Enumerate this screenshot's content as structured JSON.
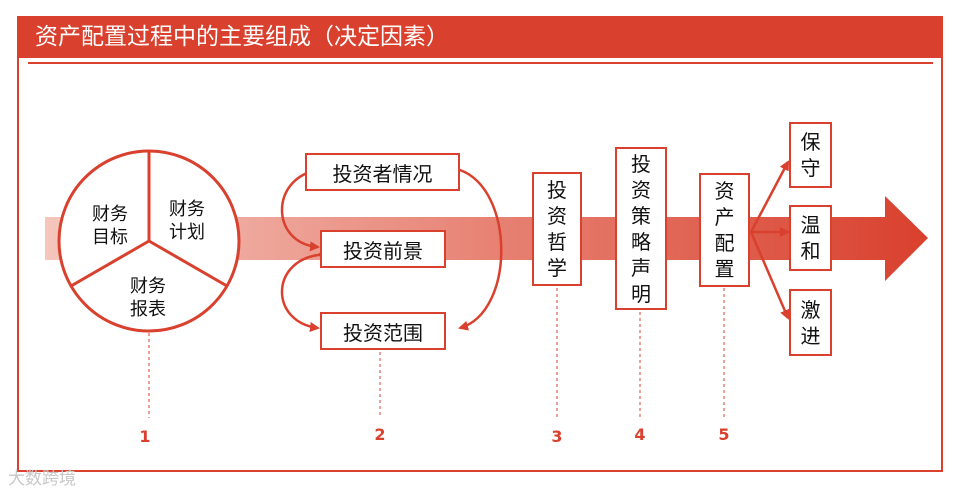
{
  "title": "资产配置过程中的主要组成（决定因素）",
  "pie": {
    "financial_goals": "财务目标",
    "financial_plan": "财务计划",
    "financial_statements": "财务报表"
  },
  "investor_boxes": {
    "situation": "投资者情况",
    "outlook": "投资前景",
    "scope": "投资范围"
  },
  "philosophy": "投资哲学",
  "strategy_statement": "投资策略声明",
  "asset_allocation": "资产配置",
  "outcomes": {
    "conservative": "保守",
    "moderate": "温和",
    "aggressive": "激进"
  },
  "steps": [
    "1",
    "2",
    "3",
    "4",
    "5"
  ],
  "watermark": "大数跨境",
  "colors": {
    "accent": "#d9402d"
  }
}
